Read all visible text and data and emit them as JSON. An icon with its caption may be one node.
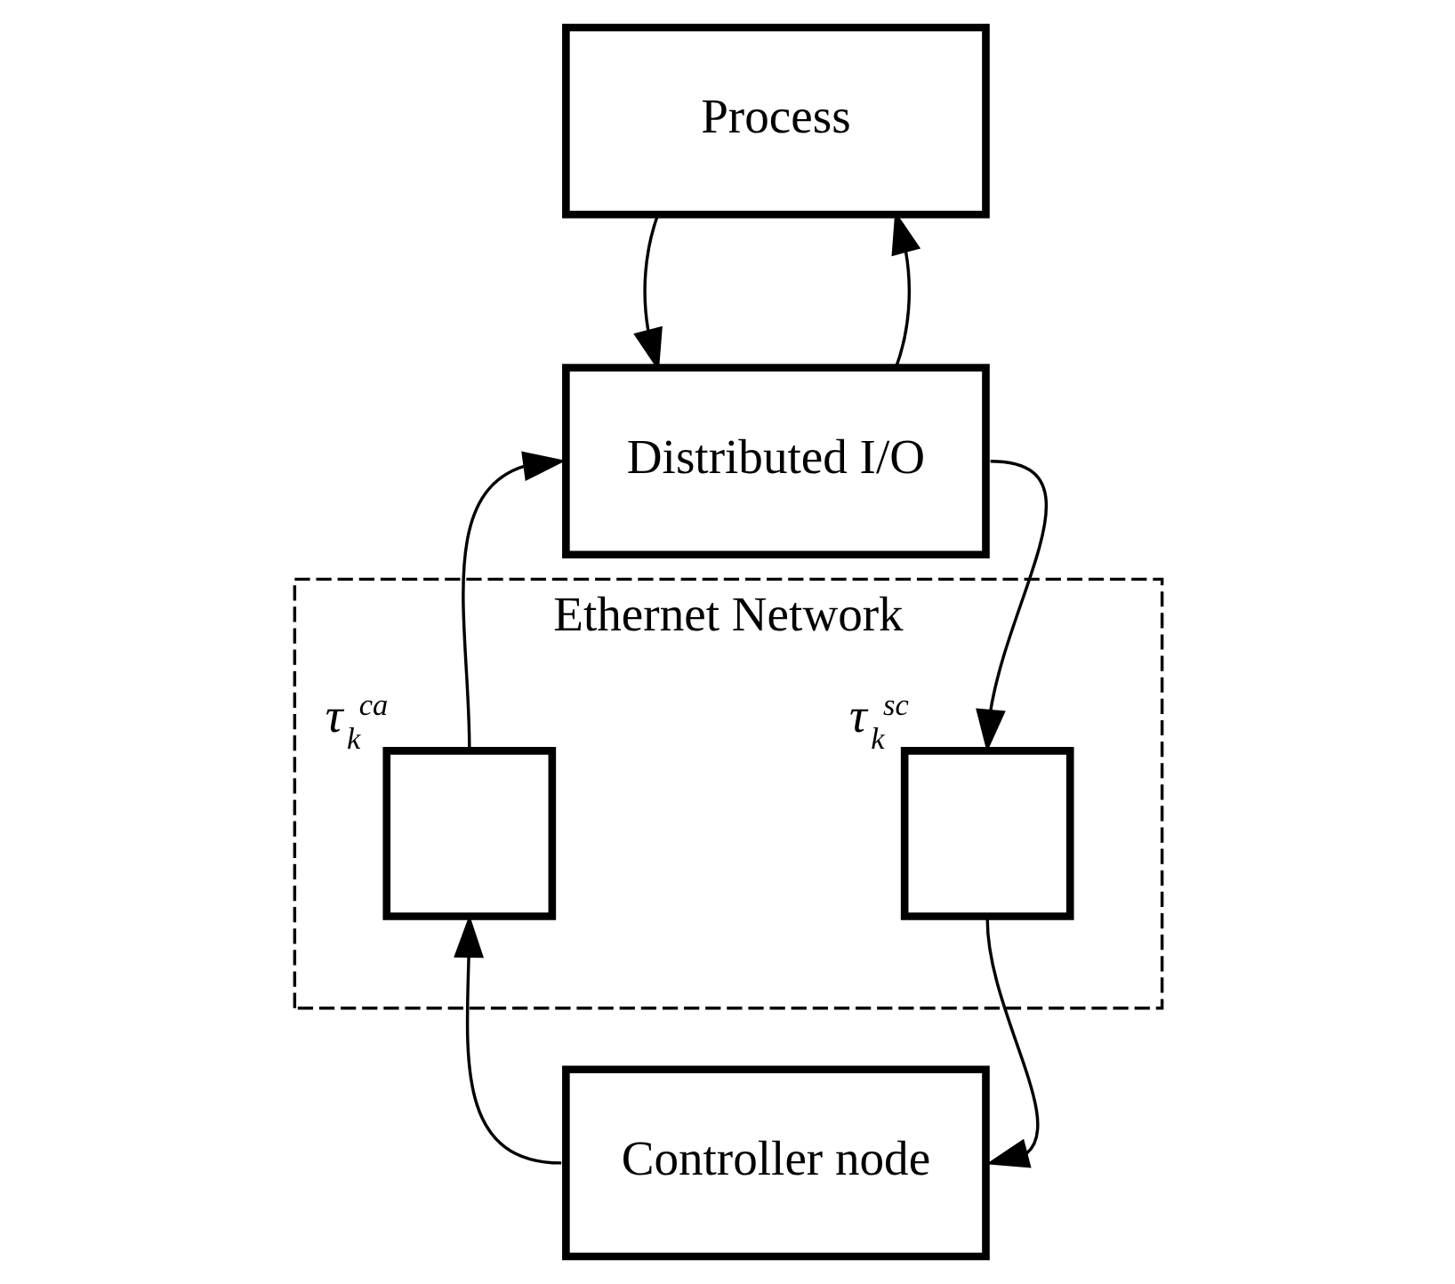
{
  "diagram": {
    "nodes": [
      {
        "text": [
          "Process"
        ]
      },
      {
        "text": [
          "Distributed I/O"
        ]
      },
      {
        "text": [
          "Ethernet Network"
        ]
      },
      {
        "text": [],
        "shape": "box",
        "in": 2,
        "beside": [
          "τ$_{k}$$^{ca}$"
        ]
      },
      {
        "text": [],
        "shape": "box",
        "in": 2,
        "beside": [
          "τ$_{k}$$^{sc}$"
        ]
      },
      {
        "text": [
          "Controller node"
        ]
      }
    ],
    "edges": [
      {
        "from": 1,
        "to": 0,
        "arrow": "to"
      },
      {
        "from": 0,
        "to": 1,
        "arrow": "to"
      },
      {
        "from": 1,
        "to": 4,
        "arrow": "to"
      },
      {
        "from": 4,
        "to": 5,
        "arrow": "to"
      },
      {
        "from": 5,
        "to": 3,
        "arrow": "to"
      },
      {
        "from": 3,
        "to": 1,
        "arrow": "to"
      }
    ]
  }
}
